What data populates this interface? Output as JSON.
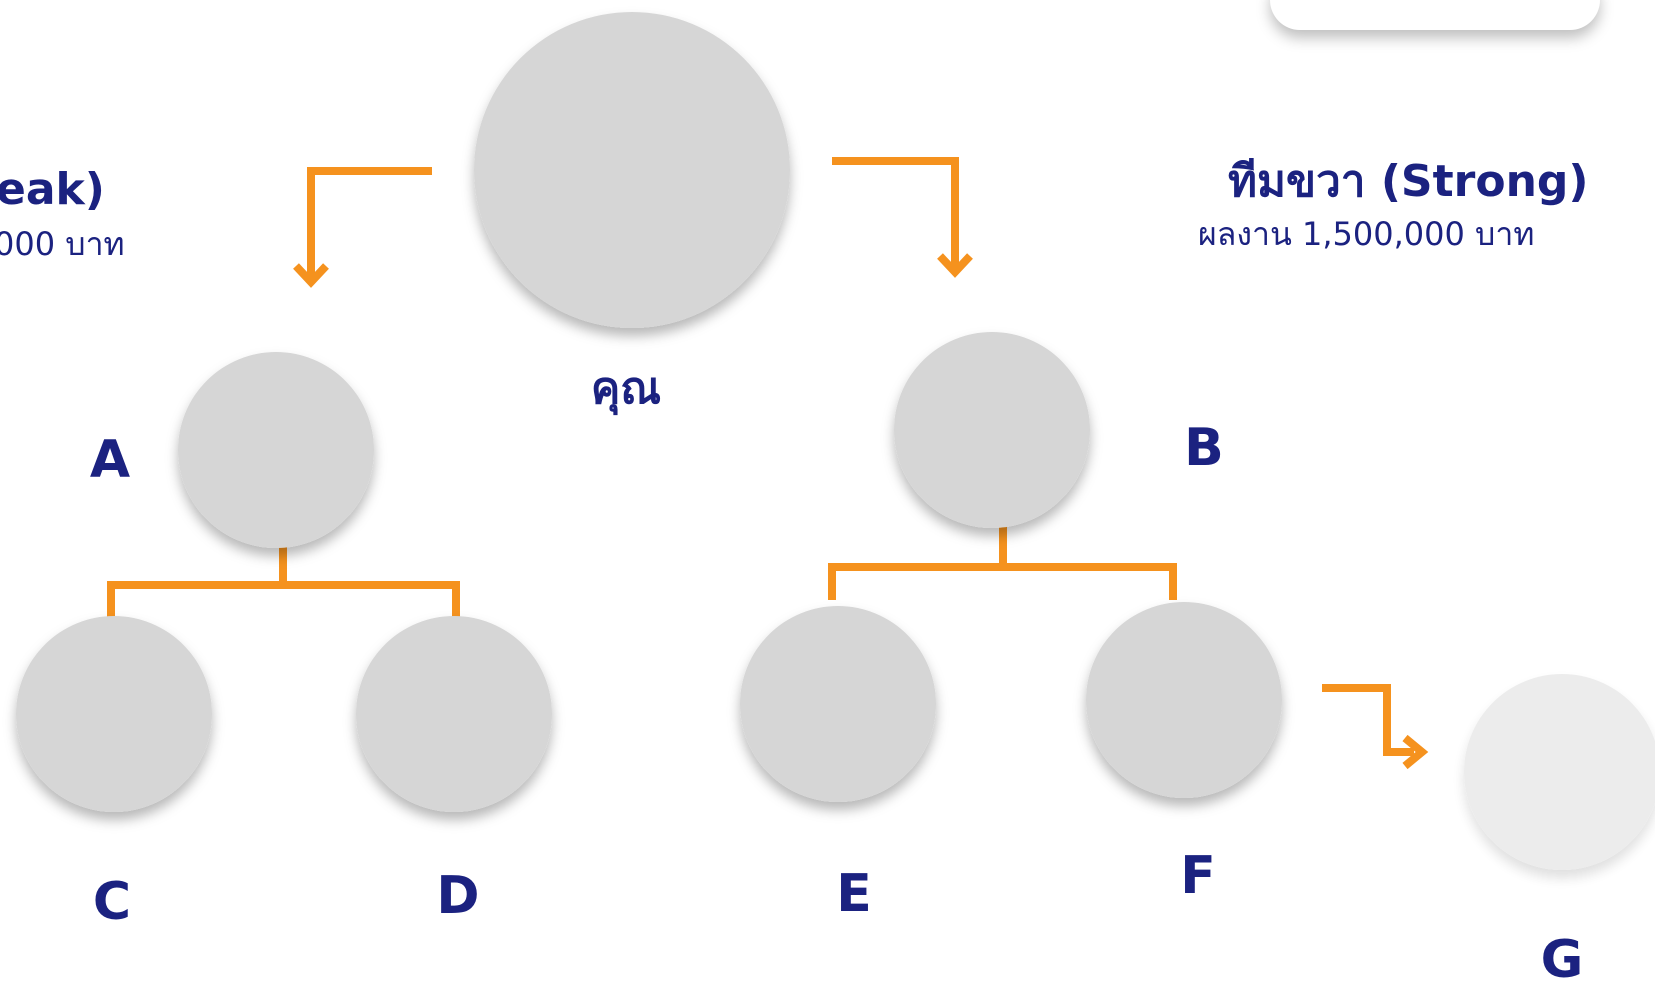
{
  "colors": {
    "connector": "#f5921e",
    "text": "#1b2280",
    "avatar_bg": "#d6d6d6"
  },
  "left_team": {
    "title": "eak)",
    "subtitle": "000 บาท"
  },
  "right_team": {
    "title": "ทีมขวา (Strong)",
    "subtitle": "ผลงาน 1,500,000 บาท"
  },
  "nodes": {
    "you": {
      "label": "คุณ",
      "icon": "businessman-avatar-icon"
    },
    "a": {
      "label": "A",
      "icon": "businessman-avatar-icon"
    },
    "b": {
      "label": "B",
      "icon": "businessman-avatar-icon"
    },
    "c": {
      "label": "C",
      "icon": "businessman-avatar-icon"
    },
    "d": {
      "label": "D",
      "icon": "businessman-avatar-icon"
    },
    "e": {
      "label": "E",
      "icon": "businessman-avatar-icon"
    },
    "f": {
      "label": "F",
      "icon": "businessman-avatar-icon"
    },
    "g": {
      "label": "G",
      "icon": "businessman-avatar-icon",
      "faded": true
    }
  }
}
